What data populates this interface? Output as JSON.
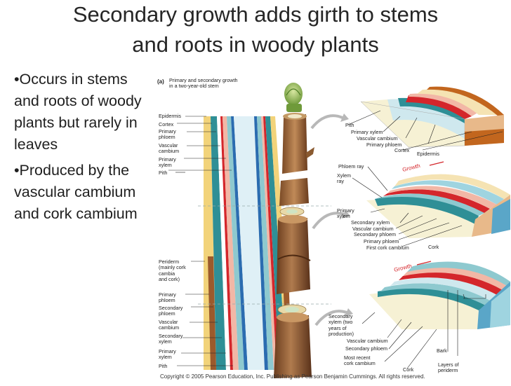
{
  "slide": {
    "title_line1": "Secondary growth adds girth to stems",
    "title_line2": "and roots in woody plants",
    "bullets": [
      "•Occurs in stems and roots of woody plants but rarely in leaves",
      "•Produced by the vascular cambium and cork cambium"
    ]
  },
  "figure": {
    "panel_label": "(a)",
    "panel_caption": "Primary and secondary growth\nin a two-year-old stem",
    "left_labels": {
      "epidermis": "Epidermis",
      "cortex": "Cortex",
      "primary_phloem": "Primary\nphloem",
      "vascular_cambium": "Vascular\ncambium",
      "primary_xylem": "Primary\nxylem",
      "pith": "Pith",
      "periderm": "Periderm\n(mainly cork\ncambia\nand cork)",
      "primary_phloem_2": "Primary\nphloem",
      "secondary_phloem": "Secondary\nphloem",
      "vascular_cambium_2": "Vascular\ncambium",
      "secondary_xylem": "Secondary\nxylem",
      "primary_xylem_2": "Primary\nxylem",
      "pith_2": "Pith"
    },
    "right_top": {
      "pith": "Pith",
      "primary_xylem": "Primary xylem",
      "vascular_cambium": "Vascular cambium",
      "primary_phloem": "Primary phloem",
      "cortex": "Cortex",
      "epidermis": "Epidermis"
    },
    "right_mid": {
      "phloem_ray": "Phloem ray",
      "xylem_ray": "Xylem\nray",
      "growth": "Growth",
      "primary_xylem": "Primary\nxylem",
      "secondary_xylem": "Secondary xylem",
      "vascular_cambium": "Vascular cambium",
      "secondary_phloem": "Secondary phloem",
      "primary_phloem": "Primary phloem",
      "first_cork_cambium": "First cork cambium",
      "cork": "Cork"
    },
    "right_bottom": {
      "growth": "Growth",
      "secondary_xylem": "Secondary\nxylem (two\nyears of\nproduction)",
      "vascular_cambium": "Vascular cambium",
      "secondary_phloem": "Secondary phloem",
      "most_recent_cork_cambium": "Most recent\ncork cambium",
      "cork": "Cork",
      "bark": "Bark",
      "layers_of_periderm": "Layers of\nperiderm"
    },
    "copyright": "Copyright © 2005 Pearson Education, Inc. Publishing as Pearson Benjamin Cummings. All rights reserved."
  }
}
